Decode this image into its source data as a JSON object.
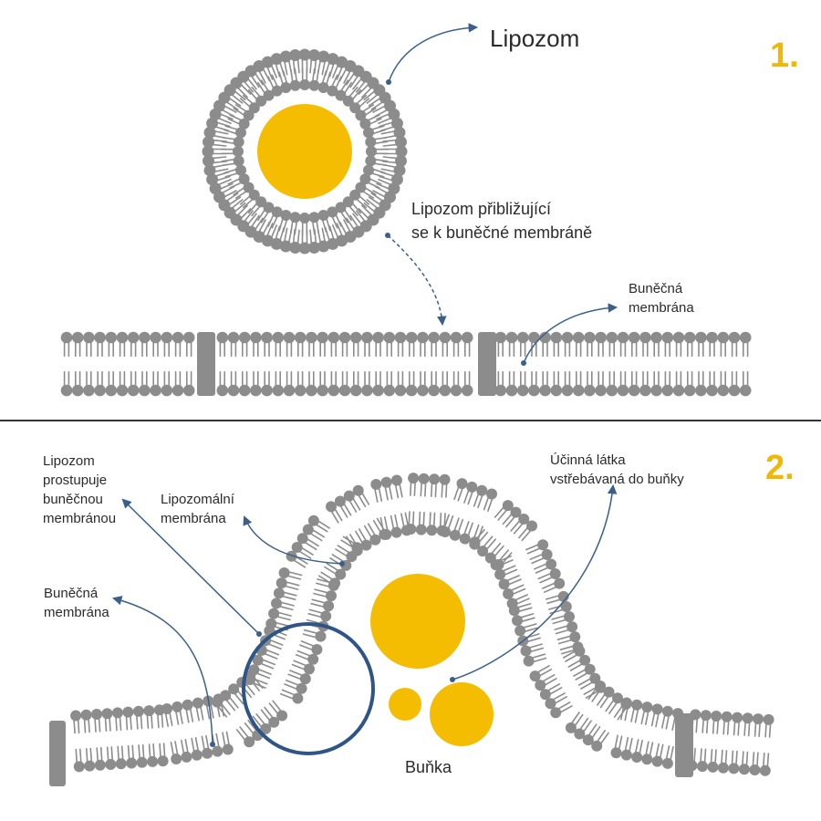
{
  "panel1": {
    "step": "1.",
    "liposome_label": "Lipozom",
    "approach_label": [
      "Lipozom přibližující",
      "se k buněčné membráně"
    ],
    "membrane_label": [
      "Buněčná",
      "membrána"
    ]
  },
  "panel2": {
    "step": "2.",
    "penetrates_label": [
      "Lipozom",
      "prostupuje",
      "buněčnou",
      "membránou"
    ],
    "liposomal_membrane_label": [
      "Lipozomální",
      "membrána"
    ],
    "cell_membrane_label": [
      "Buněčná",
      "membrána"
    ],
    "active_substance_label": [
      "Účinná látka",
      "vstřebávaná do buňky"
    ],
    "cell_label": "Buňka"
  },
  "colors": {
    "lipid": "#8c8c8c",
    "cargo": "#f5bd02",
    "arrow": "#3a5f8a",
    "step_number": "#f2b705",
    "divider": "#333333",
    "highlight_ring": "#2f5486"
  }
}
